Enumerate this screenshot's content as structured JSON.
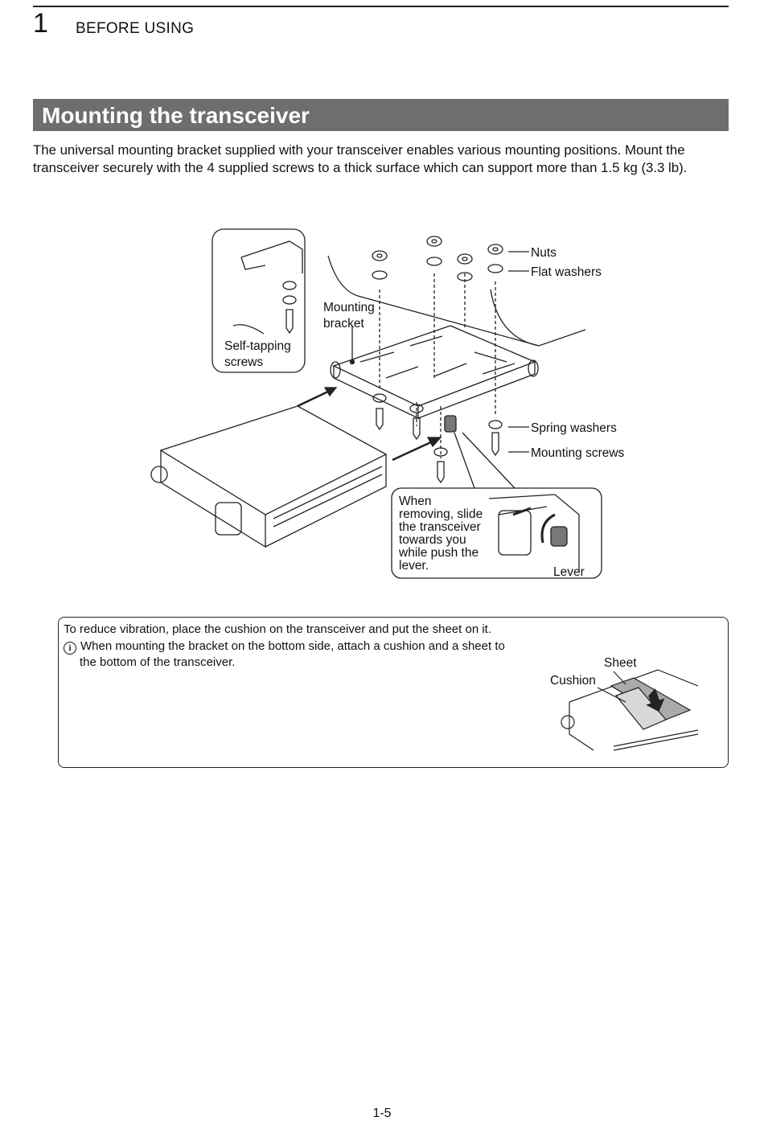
{
  "header": {
    "chapter_number": "1",
    "chapter_title": "BEFORE USING"
  },
  "section": {
    "title": "Mounting the transceiver",
    "intro": "The universal mounting bracket supplied with your transceiver enables various mounting positions. Mount the transceiver securely with the 4 supplied screws to a thick surface which can support more than 1.5 kg (3.3 lb)."
  },
  "diagram": {
    "labels": {
      "nuts": "Nuts",
      "flat_washers": "Flat washers",
      "mounting_bracket_1": "Mounting",
      "mounting_bracket_2": "bracket",
      "self_tapping_1": "Self-tapping",
      "self_tapping_2": "screws",
      "spring_washers": "Spring washers",
      "mounting_screws": "Mounting screws",
      "removing_1": "When",
      "removing_2": "removing, slide",
      "removing_3": "the transceiver",
      "removing_4": "towards you",
      "removing_5": "while push the",
      "removing_6": "lever.",
      "lever": "Lever"
    }
  },
  "note": {
    "line1": "To reduce vibration, place the cushion on the transceiver and put the sheet on it.",
    "info_icon": "info-icon",
    "line2": "When mounting the bracket on the bottom side, attach a cushion and a sheet to",
    "line2_cont": "the bottom of the transceiver.",
    "sheet_label": "Sheet",
    "cushion_label": "Cushion"
  },
  "footer": {
    "page_number": "1-5"
  }
}
